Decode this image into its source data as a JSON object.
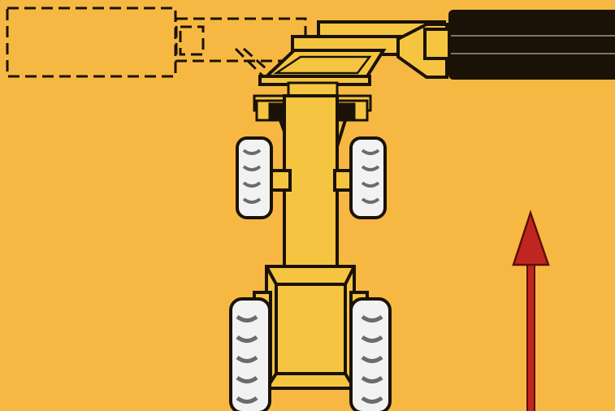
{
  "diagram": {
    "kind": "tractor-mounted-implement-top-view",
    "colors": {
      "background": "#f7b843",
      "outline": "#1a1206",
      "implement": "#f5c542",
      "tire": "#f2f2f2",
      "arrow": "#c0261f",
      "arrow_outline": "#5a0f0a"
    },
    "elements": [
      {
        "id": "implement-transport-outline",
        "style": "dashed"
      },
      {
        "id": "implement-work-position",
        "style": "solid"
      },
      {
        "id": "swing-linkage",
        "style": "solid"
      },
      {
        "id": "three-point-hitch",
        "style": "solid"
      },
      {
        "id": "tractor-body",
        "style": "solid"
      },
      {
        "id": "front-wheels",
        "count": 2
      },
      {
        "id": "rear-wheels",
        "count": 2
      },
      {
        "id": "direction-arrow",
        "direction": "up"
      }
    ]
  }
}
